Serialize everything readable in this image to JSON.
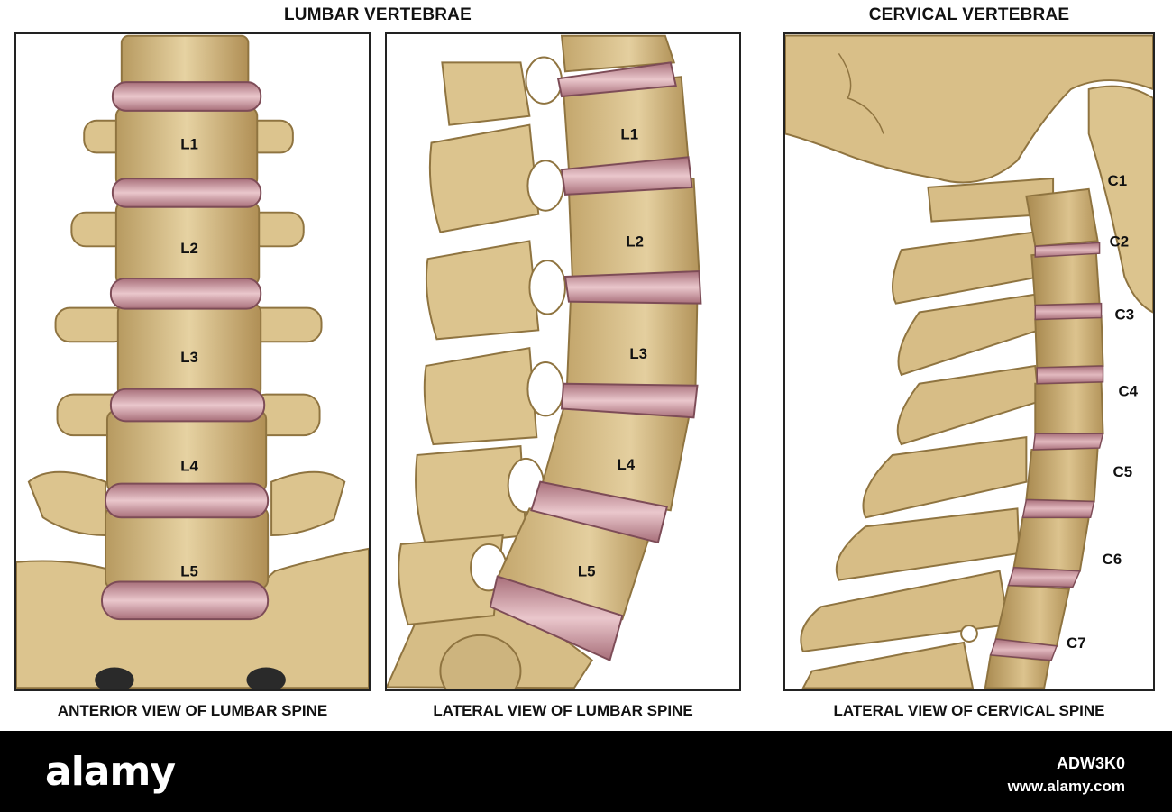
{
  "headings": {
    "lumbar": "LUMBAR VERTEBRAE",
    "cervical": "CERVICAL VERTEBRAE"
  },
  "panels": {
    "anterior_lumbar": {
      "caption": "ANTERIOR VIEW OF LUMBAR SPINE",
      "labels": [
        "L1",
        "L2",
        "L3",
        "L4",
        "L5"
      ]
    },
    "lateral_lumbar": {
      "caption": "LATERAL VIEW OF LUMBAR SPINE",
      "labels": [
        "L1",
        "L2",
        "L3",
        "L4",
        "L5"
      ]
    },
    "lateral_cervical": {
      "caption": "LATERAL VIEW OF CERVICAL SPINE",
      "labels": [
        "C1",
        "C2",
        "C3",
        "C4",
        "C5",
        "C6",
        "C7"
      ]
    }
  },
  "footer": {
    "brand": "alamy",
    "image_id": "ADW3K0",
    "site": "www.alamy.com"
  },
  "colors": {
    "bone": "#d9c08a",
    "bone_dark": "#a98a50",
    "disc": "#d4a3aa",
    "disc_edge": "#8c5a64",
    "footer_bg": "#000000"
  }
}
